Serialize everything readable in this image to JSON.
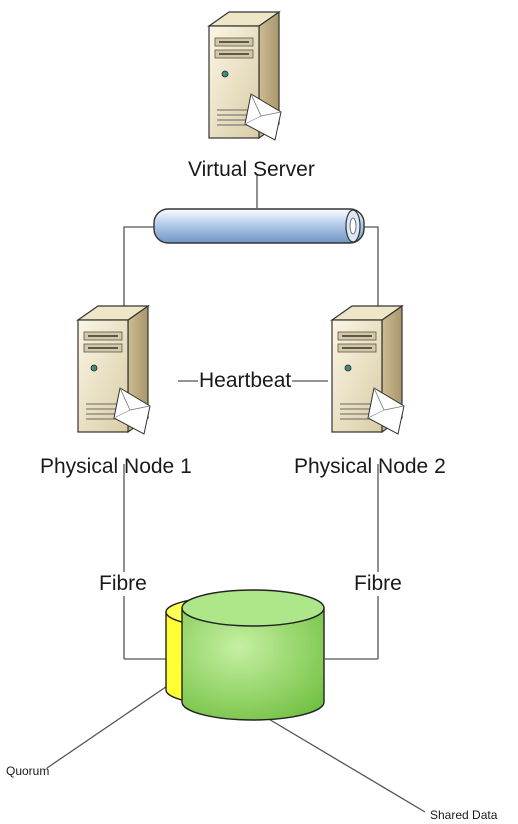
{
  "diagram": {
    "nodes": {
      "virtual_server": {
        "label": "Virtual Server",
        "icon": "server-tower-icon"
      },
      "physical_node_1": {
        "label": "Physical Node 1",
        "icon": "server-tower-icon"
      },
      "physical_node_2": {
        "label": "Physical Node 2",
        "icon": "server-tower-icon"
      },
      "network_bus": {
        "icon": "network-pipe-icon"
      },
      "quorum_disk": {
        "label": "Quorum",
        "icon": "disk-cylinder-icon"
      },
      "shared_data_disk": {
        "label": "Shared Data",
        "icon": "disk-cylinder-icon"
      }
    },
    "edges": {
      "heartbeat": {
        "label": "Heartbeat"
      },
      "fibre_left": {
        "label": "Fibre"
      },
      "fibre_right": {
        "label": "Fibre"
      }
    },
    "colors": {
      "line": "#555555",
      "server_body": "#e6dbb8",
      "server_side": "#b9a77c",
      "pipe": "#a8c4e6",
      "quorum_disk": "#ffff33",
      "shared_data_disk": "#8fd65e"
    }
  }
}
